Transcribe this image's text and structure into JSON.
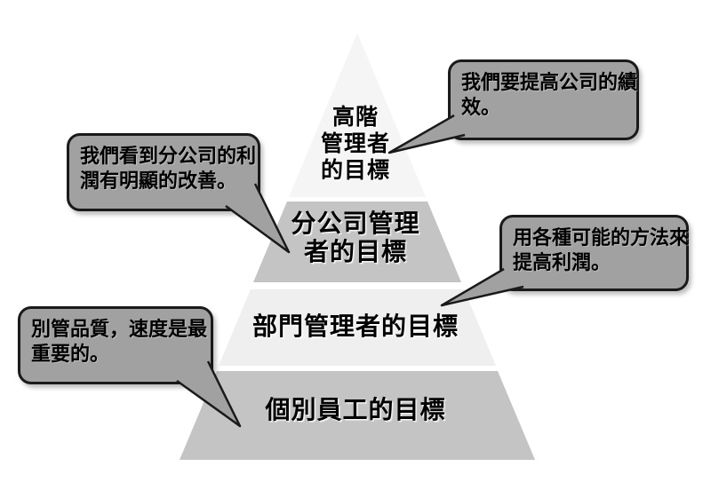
{
  "colors": {
    "background": "#ffffff",
    "pyramid_light_top": "#f5f5f5",
    "pyramid_gray": "#c4c4c4",
    "pyramid_light_mid": "#efefef",
    "bubble_fill": "#a1a1a1",
    "bubble_border": "#1a1a1a",
    "text": "#000000"
  },
  "pyramid": {
    "levels": [
      {
        "id": "top",
        "lines": [
          "高階",
          "管理者",
          "的目標"
        ]
      },
      {
        "id": "branch",
        "lines": [
          "分公司管理",
          "者的目標"
        ]
      },
      {
        "id": "department",
        "lines": [
          "部門管理者的目標"
        ]
      },
      {
        "id": "employee",
        "lines": [
          "個別員工的目標"
        ]
      }
    ]
  },
  "callouts": [
    {
      "id": "top-management",
      "lines": [
        "我們要提高公司的績",
        "效。"
      ]
    },
    {
      "id": "branch-manager",
      "lines": [
        "我們看到分公司的利",
        "潤有明顯的改善。"
      ]
    },
    {
      "id": "department-manager",
      "lines": [
        "用各種可能的方法來",
        "提高利潤。"
      ]
    },
    {
      "id": "individual-employee",
      "lines": [
        "別管品質，速度是最",
        "重要的。"
      ]
    }
  ]
}
